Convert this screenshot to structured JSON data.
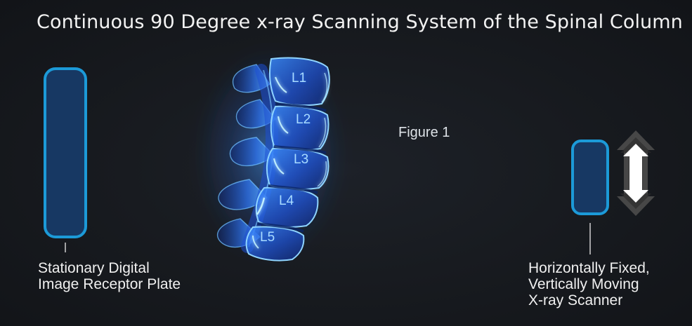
{
  "title": "Continuous 90 Degree x-ray Scanning System of the Spinal Column",
  "figure_label": "Figure 1",
  "vertebrae": {
    "l1": "L1",
    "l2": "L2",
    "l3": "L3",
    "l4": "L4",
    "l5": "L5"
  },
  "receptor_plate": {
    "label_line1": "Stationary Digital",
    "label_line2": "Image Receptor Plate"
  },
  "scanner": {
    "label_line1": "Horizontally Fixed,",
    "label_line2": "Vertically Moving",
    "label_line3": "X-ray Scanner"
  },
  "colors": {
    "background": "#16181c",
    "device_fill": "#173863",
    "device_stroke": "#1c9ad8",
    "bone_blue": "#2e7df5",
    "bone_highlight": "#c7f4ff",
    "arrow": "#ffffff",
    "arrow_shadow": "#4a4a4a"
  },
  "icons": {
    "motion_arrow": "double-headed-vertical-arrow-icon"
  }
}
